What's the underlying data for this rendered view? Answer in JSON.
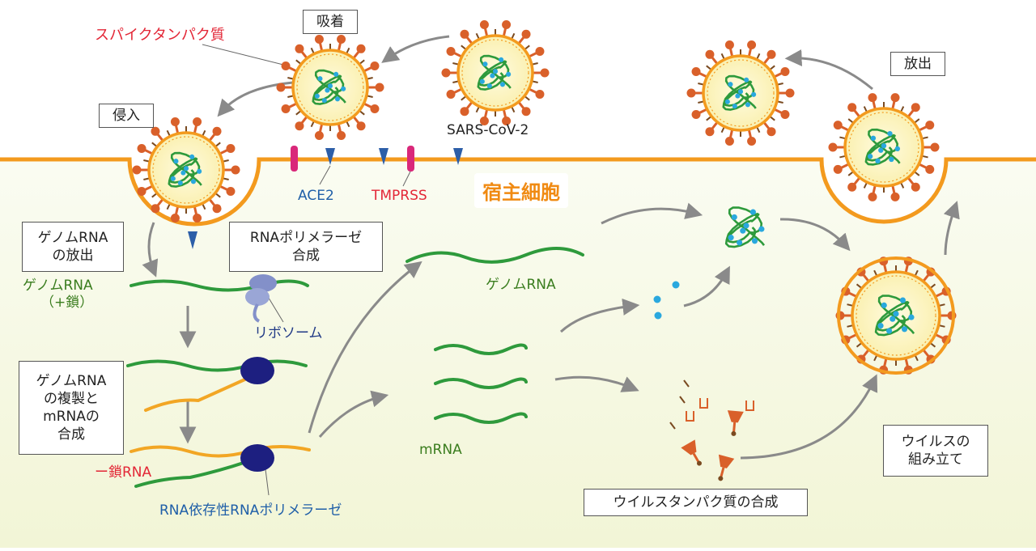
{
  "labels": {
    "spike": "スパイクタンパク質",
    "attach": "吸着",
    "entry": "侵入",
    "release": "放出",
    "sars": "SARS-CoV-2",
    "ace2": "ACE2",
    "tmprss": "TMPRSS",
    "host_cell": "宿主細胞",
    "genome_release": "ゲノムRNA\nの放出",
    "rna_pol_synth": "RNAポリメラーゼ\n合成",
    "genome_rna_plus_1": "ゲノムRNA",
    "genome_rna_plus_2": "（+鎖）",
    "ribosome": "リボソーム",
    "replication": "ゲノムRNA\nの複製と\nmRNAの\n合成",
    "minus_strand": "ー鎖RNA",
    "rdrp": "RNA依存性RNAポリメラーゼ",
    "genome_rna": "ゲノムRNA",
    "mrna": "mRNA",
    "protein_synth": "ウイルスタンパク質の合成",
    "assembly": "ウイルスの\n組み立て"
  },
  "colors": {
    "membrane": "#f39a1e",
    "spike": "#d9602a",
    "genome_green": "#2e9a3c",
    "minus_orange": "#f2a624",
    "nucleocapsid": "#2aa8de",
    "ace2": "#2c5ea8",
    "tmprss": "#d9287a",
    "polymerase": "#1d1f80",
    "ribosome": "#8390c9",
    "arrow": "#8a8a8a"
  }
}
